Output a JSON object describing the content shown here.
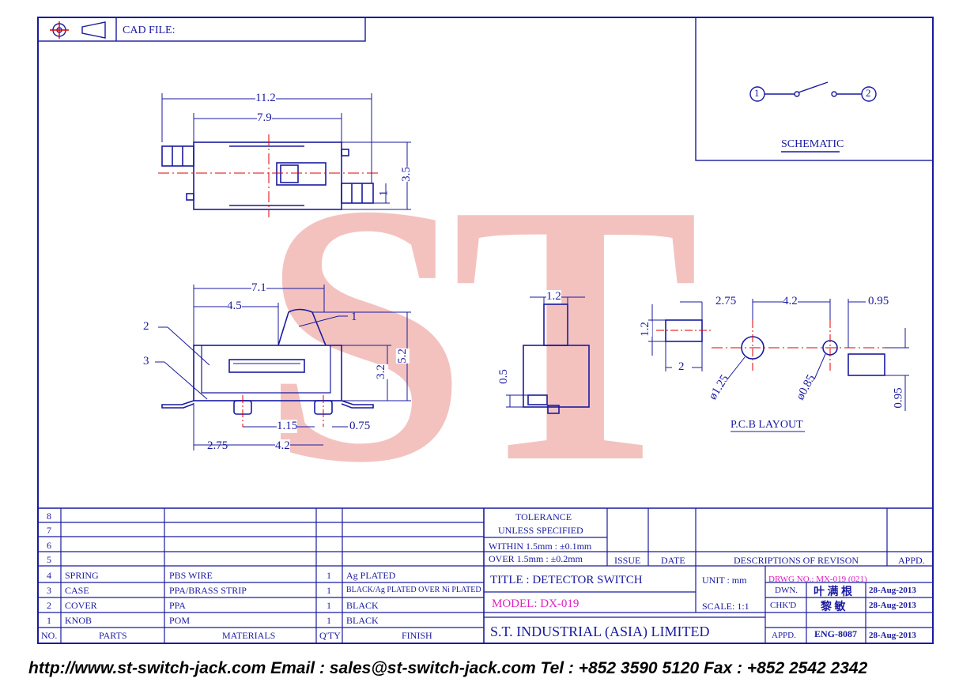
{
  "header": {
    "cad_label": "CAD FILE:"
  },
  "watermark": {
    "text": "ST",
    "color": "#f2b8b4"
  },
  "colors": {
    "line": "#1a1aa0",
    "center": "#e00000",
    "accent": "#e020c0"
  },
  "dimensions": {
    "top_total": "11.2",
    "top_body": "7.9",
    "top_h": "3.5",
    "top_small": "1",
    "side_total": "7.1",
    "side_knob": "4.5",
    "side_h1": "3.2",
    "side_h2": "5.2",
    "side_p1": "1.15",
    "side_p2": "0.75",
    "side_b1": "2.75",
    "side_b2": "4.2",
    "end_w": "1.2",
    "end_h": "0.5",
    "pcb_a": "2.75",
    "pcb_b": "4.2",
    "pcb_c": "0.95",
    "pcb_d": "1.2",
    "pcb_e": "2",
    "pcb_dia1": "ø1.25",
    "pcb_dia2": "ø0.85",
    "pcb_f": "0.95"
  },
  "callouts": [
    "1",
    "2",
    "3"
  ],
  "schematic": {
    "label": "SCHEMATIC",
    "pin1": "1",
    "pin2": "2"
  },
  "pcb_label": "P.C.B LAYOUT",
  "bom": {
    "headers": {
      "no": "NO.",
      "parts": "PARTS",
      "materials": "MATERIALS",
      "qty": "Q'TY",
      "finish": "FINISH"
    },
    "empty_rows": [
      "8",
      "7",
      "6",
      "5"
    ],
    "rows": [
      {
        "no": "4",
        "part": "SPRING",
        "material": "PBS WIRE",
        "qty": "1",
        "finish": "Ag PLATED"
      },
      {
        "no": "3",
        "part": "CASE",
        "material": "PPA/BRASS STRIP",
        "qty": "1",
        "finish": "BLACK/Ag PLATED OVER Ni PLATED"
      },
      {
        "no": "2",
        "part": "COVER",
        "material": "PPA",
        "qty": "1",
        "finish": "BLACK"
      },
      {
        "no": "1",
        "part": "KNOB",
        "material": "POM",
        "qty": "1",
        "finish": "BLACK"
      }
    ]
  },
  "tolerance": {
    "line1": "TOLERANCE",
    "line2": "UNLESS   SPECIFIED",
    "line3": "WITHIN  1.5mm : ±0.1mm",
    "line4": "OVER    1.5mm : ±0.2mm"
  },
  "revision": {
    "issue": "ISSUE",
    "date": "DATE",
    "desc": "DESCRIPTIONS  OF  REVISON",
    "appd": "APPD."
  },
  "title_block": {
    "title": "TITLE : DETECTOR SWITCH",
    "unit_label": "UNIT :   mm",
    "drawing_no": "DRWG NO.: MX-019 (021)",
    "model": "MODEL: DX-019",
    "scale": "SCALE:  1:1",
    "company": "S.T.  INDUSTRIAL  (ASIA)  LIMITED",
    "dwn_label": "DWN.",
    "dwn_name": "叶 满 根",
    "dwn_date": "28-Aug-2013",
    "chkd_label": "CHK'D",
    "chkd_name": "黎 敏",
    "chkd_date": "28-Aug-2013",
    "appd_label": "APPD.",
    "appd_name": "ENG-8087",
    "appd_date": "28-Aug-2013"
  },
  "footer": "http://www.st-switch-jack.com  Email : sales@st-switch-jack.com  Tel : +852 3590 5120  Fax : +852 2542 2342"
}
